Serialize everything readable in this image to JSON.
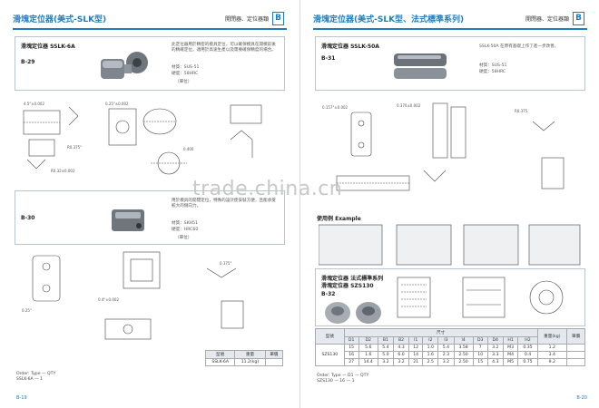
{
  "left_page": {
    "header": {
      "title": "滑塊定位器(美式-SLK型)",
      "category": "開閉器、定位器類",
      "badge": "B"
    },
    "card1": {
      "title": "滑塊定位器 SSLK-6A",
      "code": "B-29",
      "description": "此定位器用於精密的模具定位，可以確保模具在開模前後的精確定位。適用於高速生產以及需要確保精度的場合。",
      "material_label": "材質：SUS-51",
      "hardness_label": "硬度：58HRC",
      "note": "（單位）"
    },
    "card2": {
      "code": "B-30",
      "description": "用於模具的開閉定位，特殊的設計使安裝方便，且能承受較大的側向力。",
      "material_label": "材質：SKH51",
      "hardness_label": "硬度：HRC60",
      "note": "（單位）"
    },
    "spec_table": {
      "headers": [
        "型號",
        "重量",
        "單價"
      ],
      "row": [
        "SSLK-6A",
        "11.2(kg)",
        ""
      ]
    },
    "order_lines": [
      "Order: Type — QTY",
      "SSLK-6A — 1"
    ],
    "page_number": "B-19"
  },
  "right_page": {
    "header": {
      "title": "滑塊定位器(美式-SLK型、法式標準系列)",
      "category": "開閉器、定位器類",
      "badge": "B"
    },
    "card1": {
      "title": "滑塊定位器 SSLK-50A",
      "code": "B-31",
      "description": "SSLK-50A 在原有基礎上作了進一步改善。",
      "material_label": "材質：SUS-51",
      "hardness_label": "硬度：58HRC"
    },
    "example_title": "使用例 Example",
    "card2": {
      "title": "滑塊定位器 法式標準系列",
      "subtitle": "滑塊定位器 SZS130",
      "code": "B-32"
    },
    "spec_table": {
      "col_group": "尺寸",
      "weight_label": "重量(kg)",
      "price_label": "單價",
      "type_label": "型號",
      "columns": [
        "D1",
        "D2",
        "B1",
        "B2",
        "l1",
        "l2",
        "l3",
        "l4",
        "D3",
        "D4",
        "H1",
        "H2"
      ],
      "model": "SZS130",
      "rows": [
        [
          "15",
          "5.6",
          "5.4",
          "4.3",
          "12",
          "1.0",
          "5.4",
          "3.58",
          "7",
          "3.2",
          "M3",
          "0.35"
        ],
        [
          "16",
          "1.6",
          "5.0",
          "6.0",
          "14",
          "1.6",
          "2.3",
          "2.50",
          "10",
          "3.3",
          "M4",
          "0.4"
        ],
        [
          "27",
          "14.4",
          "3.2",
          "3.2",
          "21",
          "2.5",
          "3.2",
          "2.50",
          "15",
          "4.3",
          "M5",
          "0.75"
        ]
      ],
      "weights": [
        "1.2",
        "3.4",
        "9.2"
      ]
    },
    "order_lines": [
      "Order: Type — D1 — QTY",
      "SZS130 — 16 — 1"
    ],
    "page_number": "B-20"
  },
  "watermark": "trade.china.cn"
}
